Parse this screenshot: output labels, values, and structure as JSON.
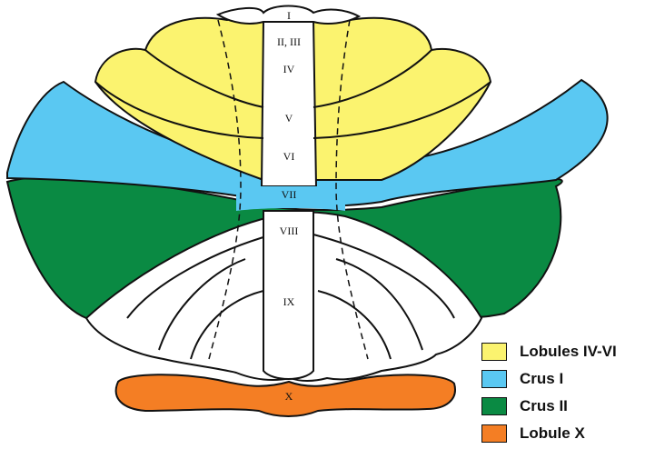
{
  "lobule_labels": {
    "I": "I",
    "II_III": "II, III",
    "IV": "IV",
    "V": "V",
    "VI": "VI",
    "VII": "VII",
    "VIII": "VIII",
    "IX": "IX",
    "X": "X"
  },
  "legend": [
    {
      "label": "Lobules IV-VI",
      "color": "#fbf36f"
    },
    {
      "label": "Crus I",
      "color": "#5ac8f2"
    },
    {
      "label": "Crus II",
      "color": "#0a8a43"
    },
    {
      "label": "Lobule X",
      "color": "#f47e24"
    }
  ],
  "colors": {
    "lobules_iv_vi": "#fbf36f",
    "crus_i": "#5ac8f2",
    "crus_ii": "#0a8a43",
    "lobule_x": "#f47e24",
    "outline": "#111111",
    "white_region": "#ffffff"
  }
}
